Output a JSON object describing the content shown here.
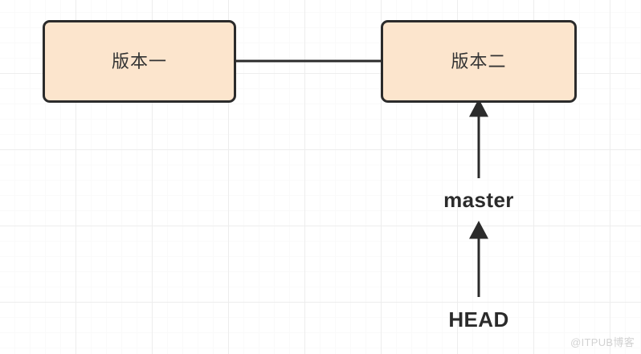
{
  "diagram": {
    "type": "git-branch-pointer-diagram",
    "background": {
      "grid": true,
      "minor_grid_color": "#fafafa",
      "major_grid_color": "#ededed",
      "canvas_color": "#ffffff"
    },
    "colors": {
      "node_fill": "#fce5cd",
      "node_border": "#2b2b2b",
      "node_text": "#333333",
      "edge": "#2b2b2b",
      "label_text": "#2b2b2b",
      "watermark": "#d2d2d2"
    },
    "nodes": [
      {
        "id": "v1",
        "label": "版本一"
      },
      {
        "id": "v2",
        "label": "版本二"
      }
    ],
    "refs": [
      {
        "id": "master",
        "label": "master"
      },
      {
        "id": "head",
        "label": "HEAD"
      }
    ],
    "edges": [
      {
        "id": "v1-v2",
        "from": "v1",
        "to": "v2",
        "arrow": false
      },
      {
        "id": "master-v2",
        "from": "master",
        "to": "v2",
        "arrow": true
      },
      {
        "id": "head-master",
        "from": "head",
        "to": "master",
        "arrow": true
      }
    ]
  },
  "watermark": {
    "text": "@ITPUB博客"
  }
}
